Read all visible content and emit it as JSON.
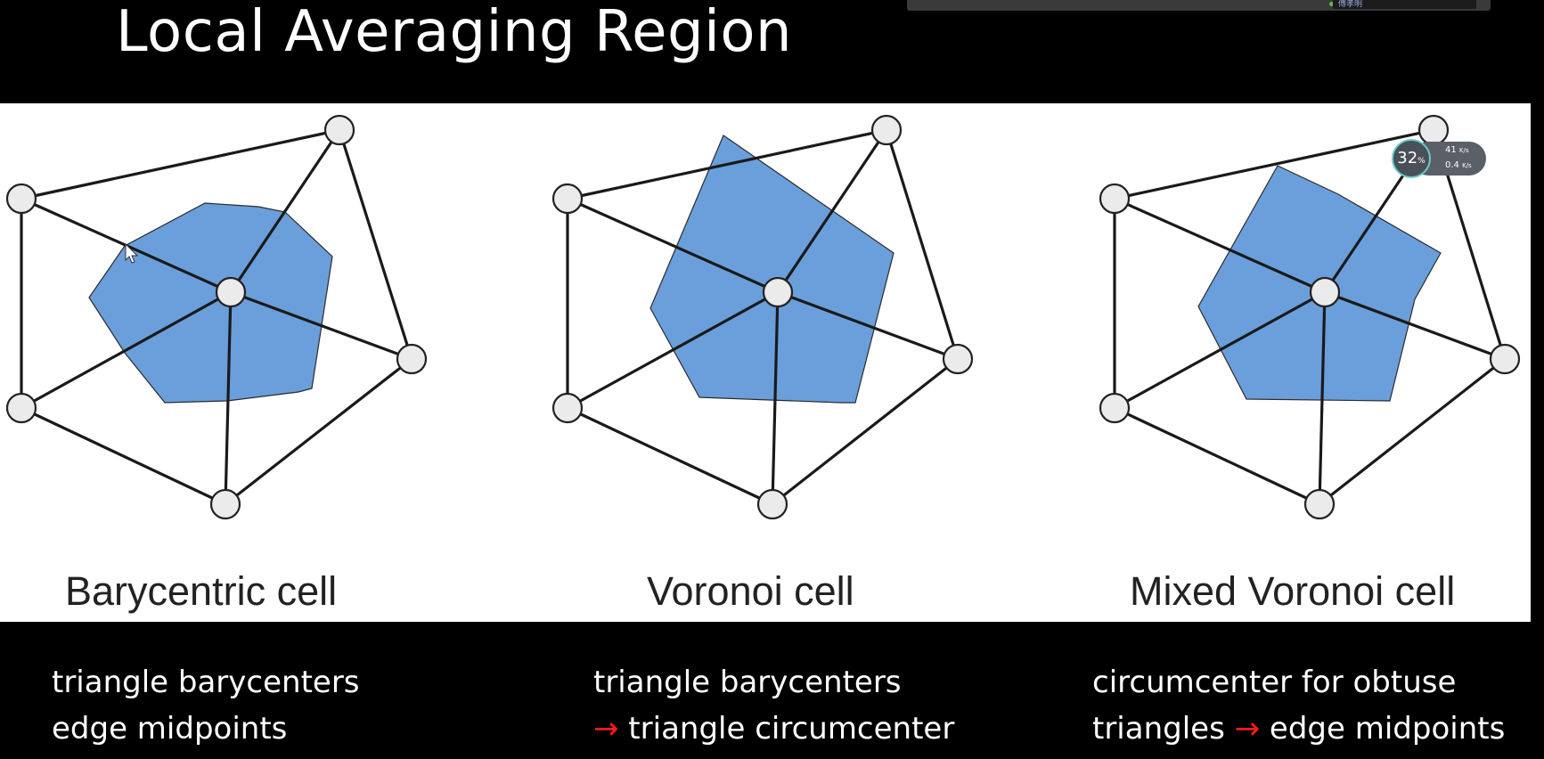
{
  "slide": {
    "title": "Local Averaging Region"
  },
  "top_bar": {
    "participant": "傅孝明"
  },
  "diagrams": [
    {
      "label": "Barycentric cell"
    },
    {
      "label": "Voronoi cell"
    },
    {
      "label": "Mixed Voronoi cell"
    }
  ],
  "descriptions": [
    {
      "line1": "triangle barycenters",
      "line2": "edge midpoints"
    },
    {
      "line1": "triangle barycenters",
      "line2_arrow": "→",
      "line2_text": " triangle circumcenter"
    },
    {
      "line1": "circumcenter for obtuse",
      "line2_pre": "triangles ",
      "line2_arrow": "→",
      "line2_post": " edge midpoints"
    }
  ],
  "overlay": {
    "percent": "32",
    "percent_unit": "%",
    "upload": "41",
    "upload_unit": "K/s",
    "download": "0.4",
    "download_unit": "K/s"
  },
  "colors": {
    "cell_fill": "#6a9fdb",
    "arrow": "#ff1a1a",
    "background": "#000000",
    "panel": "#ffffff"
  }
}
